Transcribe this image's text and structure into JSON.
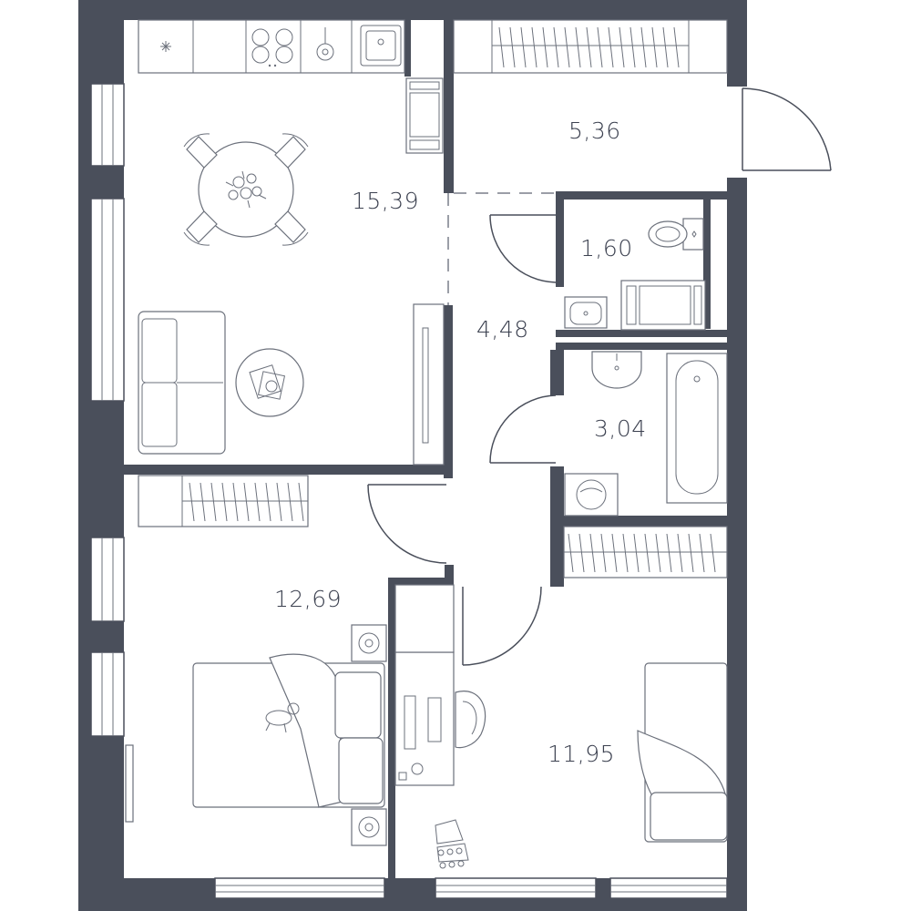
{
  "plan": {
    "rooms": [
      {
        "id": "kitchen-living",
        "area": "15,39"
      },
      {
        "id": "entry-closet",
        "area": "5,36"
      },
      {
        "id": "wc",
        "area": "1,60"
      },
      {
        "id": "hall",
        "area": "4,48"
      },
      {
        "id": "bathroom",
        "area": "3,04"
      },
      {
        "id": "bedroom-left",
        "area": "12,69"
      },
      {
        "id": "bedroom-right",
        "area": "11,95"
      }
    ]
  },
  "colors": {
    "wall": "#4a4f5b",
    "furniture_stroke": "#6b707b",
    "background": "#ffffff"
  }
}
